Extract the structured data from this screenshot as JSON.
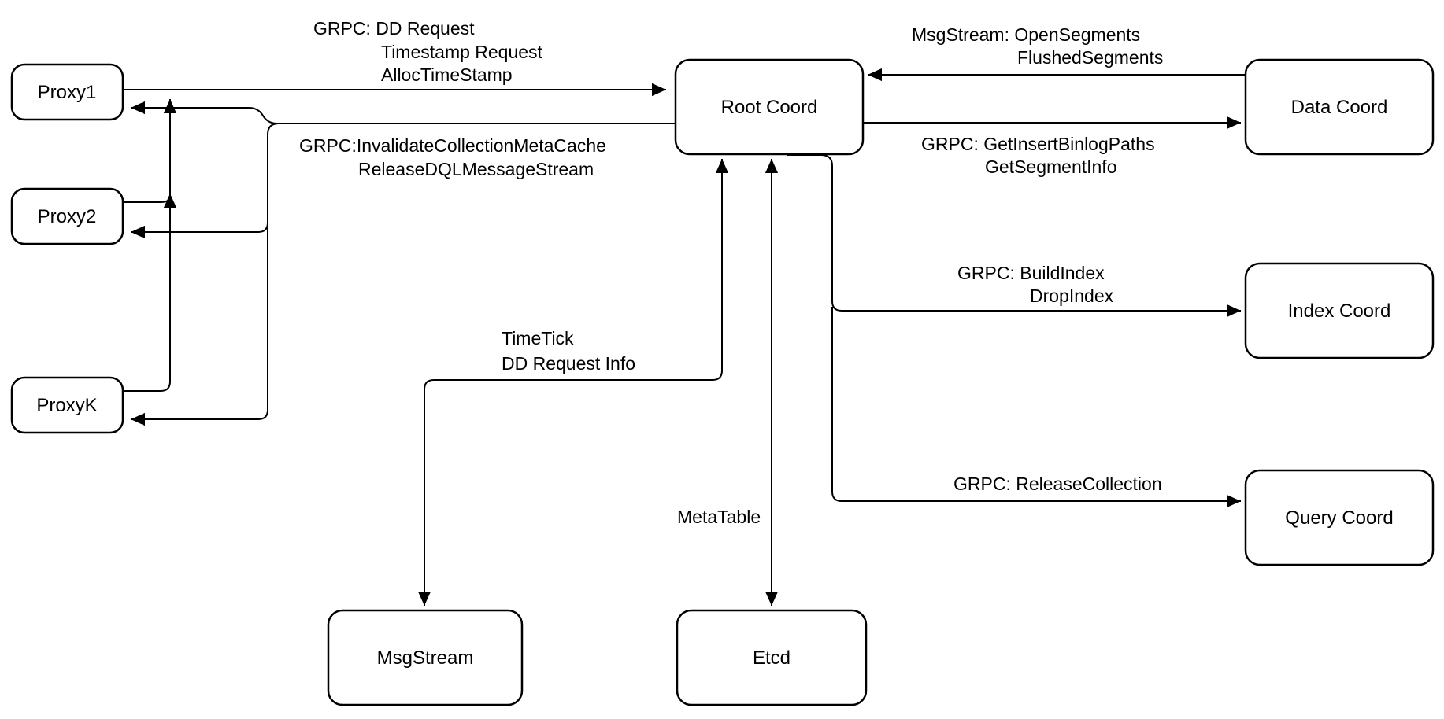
{
  "diagram": {
    "background_color": "#ffffff",
    "stroke_color": "#000000",
    "node_fill_color": "#ffffff",
    "nodes": {
      "proxy1": {
        "label": "Proxy1"
      },
      "proxy2": {
        "label": "Proxy2"
      },
      "proxyk": {
        "label": "ProxyK"
      },
      "root_coord": {
        "label": "Root Coord"
      },
      "data_coord": {
        "label": "Data Coord"
      },
      "index_coord": {
        "label": "Index Coord"
      },
      "query_coord": {
        "label": "Query Coord"
      },
      "msgstream": {
        "label": "MsgStream"
      },
      "etcd": {
        "label": "Etcd"
      }
    },
    "edges": {
      "proxy_to_root": {
        "labels": [
          "GRPC: DD Request",
          "Timestamp Request",
          "AllocTimeStamp"
        ]
      },
      "root_to_proxies": {
        "labels": [
          "GRPC:InvalidateCollectionMetaCache",
          "ReleaseDQLMessageStream"
        ]
      },
      "data_to_root": {
        "labels": [
          "MsgStream: OpenSegments",
          "FlushedSegments"
        ]
      },
      "root_to_data": {
        "labels": [
          "GRPC: GetInsertBinlogPaths",
          "GetSegmentInfo"
        ]
      },
      "root_to_index": {
        "labels": [
          "GRPC: BuildIndex",
          "DropIndex"
        ]
      },
      "root_to_query": {
        "labels": [
          "GRPC: ReleaseCollection"
        ]
      },
      "root_to_msgstream": {
        "labels": [
          "TimeTick",
          "DD Request Info"
        ]
      },
      "root_to_etcd": {
        "labels": [
          "MetaTable"
        ]
      }
    }
  }
}
